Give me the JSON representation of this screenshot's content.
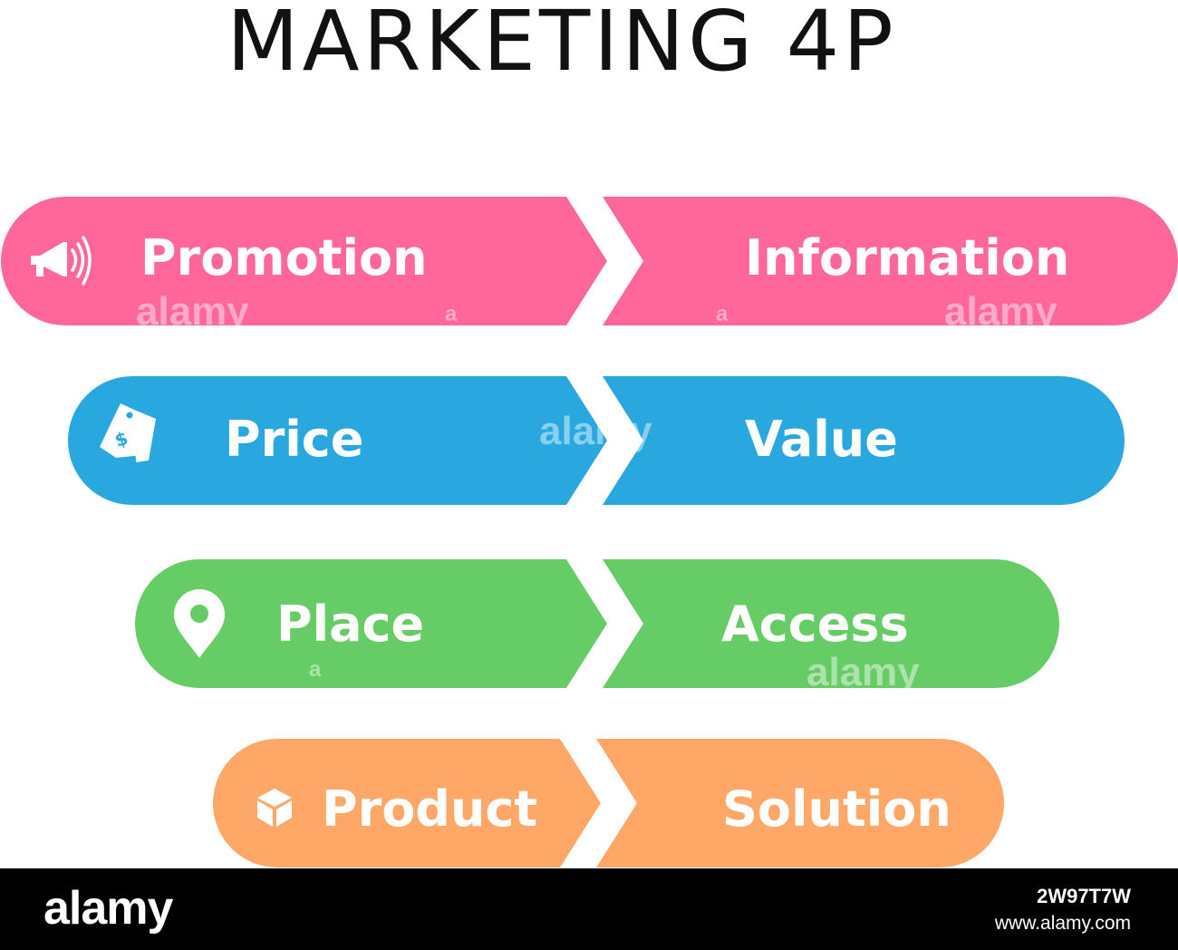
{
  "title": "MARKETING 4P",
  "rows": [
    {
      "left_label": "Promotion",
      "right_label": "Information",
      "icon": "megaphone-icon",
      "color": "#FF6699"
    },
    {
      "left_label": "Price",
      "right_label": "Value",
      "icon": "price-tag-icon",
      "color": "#29A8E0"
    },
    {
      "left_label": "Place",
      "right_label": "Access",
      "icon": "location-pin-icon",
      "color": "#66CC66"
    },
    {
      "left_label": "Product",
      "right_label": "Solution",
      "icon": "box-icon",
      "color": "#FFA766"
    }
  ],
  "watermark": {
    "text": "alamy",
    "mark": "a"
  },
  "footer": {
    "logo": "alamy",
    "image_id": "2W97T7W",
    "url": "www.alamy.com"
  }
}
